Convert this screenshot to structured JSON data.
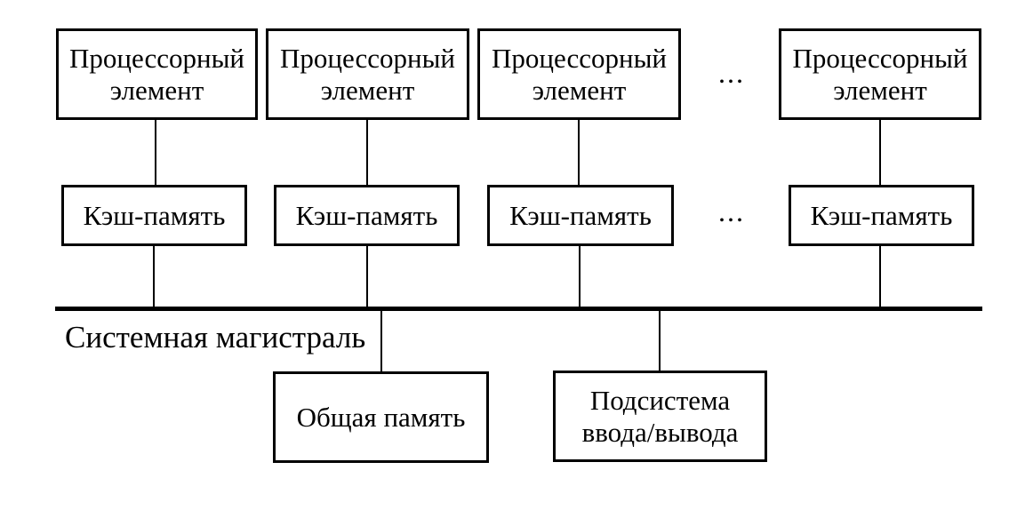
{
  "diagram": {
    "title_hint": "Shared-bus multiprocessor system diagram",
    "colors": {
      "background": "#ffffff",
      "line": "#000000",
      "text": "#000000"
    },
    "processor_row": {
      "ellipsis": "...",
      "boxes": [
        {
          "lines": [
            "Процессорный",
            "элемент"
          ]
        },
        {
          "lines": [
            "Процессорный",
            "элемент"
          ]
        },
        {
          "lines": [
            "Процессорный",
            "элемент"
          ]
        },
        {
          "lines": [
            "Процессорный",
            "элемент"
          ]
        }
      ]
    },
    "cache_row": {
      "ellipsis": "...",
      "boxes": [
        {
          "label": "Кэш-память"
        },
        {
          "label": "Кэш-память"
        },
        {
          "label": "Кэш-память"
        },
        {
          "label": "Кэш-память"
        }
      ]
    },
    "bus": {
      "label": "Системная магистраль"
    },
    "bottom_row": {
      "shared_memory": {
        "label": "Общая память"
      },
      "io_subsystem": {
        "lines": [
          "Подсистема",
          "ввода/вывода"
        ]
      }
    }
  }
}
